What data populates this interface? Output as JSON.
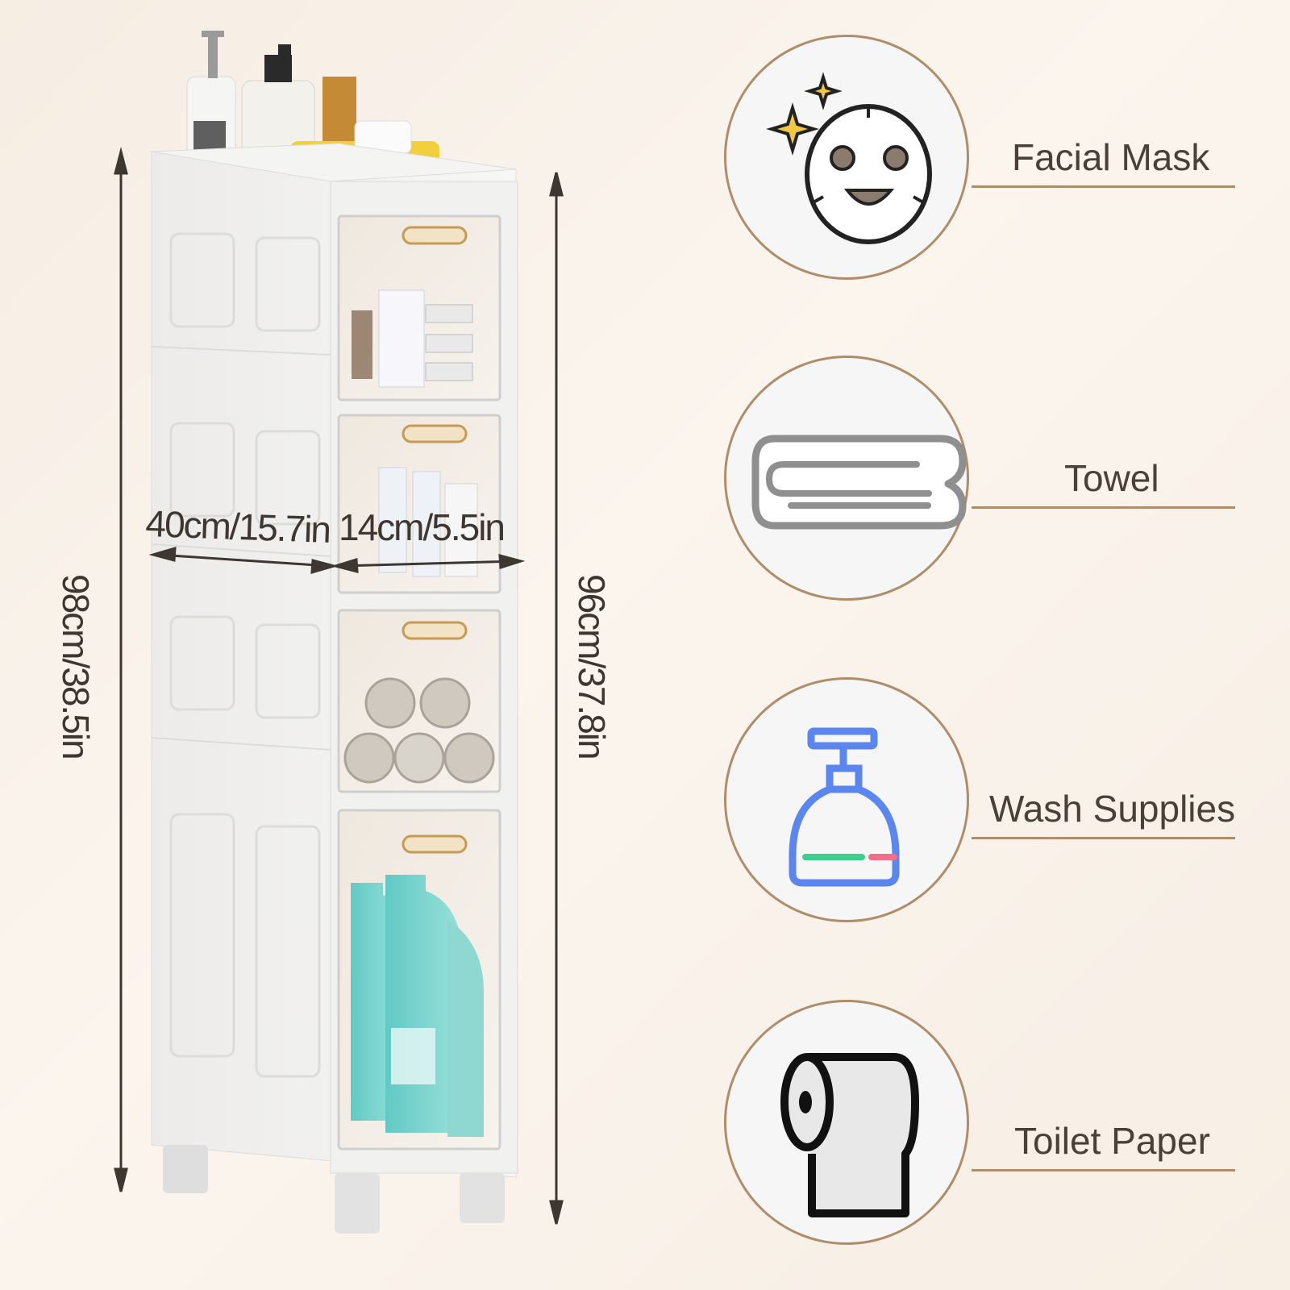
{
  "dimensions": {
    "total_height": "98cm/38.5in",
    "drawer_height": "96cm/37.8in",
    "depth": "40cm/15.7in",
    "width": "14cm/5.5in"
  },
  "features": [
    {
      "label": "Facial Mask",
      "icon": "facial-mask-icon"
    },
    {
      "label": "Towel",
      "icon": "towel-icon"
    },
    {
      "label": "Wash Supplies",
      "icon": "soap-bottle-icon"
    },
    {
      "label": "Toilet Paper",
      "icon": "toilet-paper-icon"
    }
  ],
  "colors": {
    "accent": "#b08d6a",
    "text": "#4a4038",
    "background": "#f8f0e7"
  }
}
